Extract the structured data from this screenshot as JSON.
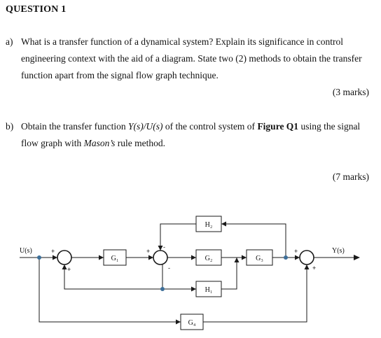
{
  "question": {
    "title": "QUESTION 1",
    "a": {
      "label": "a)",
      "lines": [
        "What is a transfer function of a dynamical system? Explain its significance in control",
        "engineering context with the aid of a diagram. State two (2) methods to obtain the transfer",
        "function apart from the signal flow graph technique."
      ],
      "marks": "(3 marks)"
    },
    "b": {
      "label": "b)",
      "line1_pre": "Obtain the transfer function ",
      "line1_tf": "Y(s)/U(s)",
      "line1_mid": " of the control system of ",
      "line1_fig": "Figure Q1",
      "line1_post": " using the signal",
      "line2_pre": "flow graph with ",
      "line2_rule": "Mason’s",
      "line2_post": " rule method.",
      "marks": "(7 marks)"
    }
  },
  "diagram": {
    "input_label": "U(s)",
    "output_label": "Y(s)",
    "blocks": {
      "g1": "G₁",
      "g2": "G₂",
      "g3": "G₃",
      "g4": "G₄",
      "h1": "H₁",
      "h2": "H₂"
    },
    "signs": {
      "s1_in": "+",
      "s1_fb": "+",
      "s2_in": "+",
      "s2_top": "-",
      "s2_bottom": "-",
      "s3_in": "+",
      "s3_bottom": "+"
    }
  }
}
